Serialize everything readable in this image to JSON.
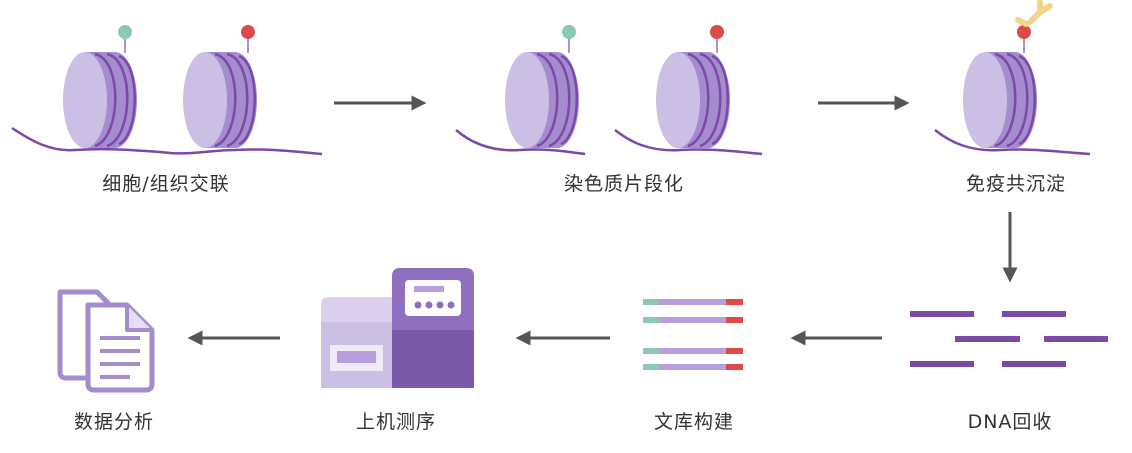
{
  "steps": [
    {
      "id": "crosslink",
      "label": "细胞/组织交联"
    },
    {
      "id": "fragment",
      "label": "染色质片段化"
    },
    {
      "id": "ip",
      "label": "免疫共沉淀"
    },
    {
      "id": "dna-recovery",
      "label": "DNA回收"
    },
    {
      "id": "library",
      "label": "文库构建"
    },
    {
      "id": "sequencing",
      "label": "上机测序"
    },
    {
      "id": "analysis",
      "label": "数据分析"
    }
  ],
  "colors": {
    "nucleosome_light": "#cbbfe6",
    "nucleosome_mid": "#a48ccf",
    "dna_strand": "#7a4aa6",
    "mark_green": "#8cc9b2",
    "mark_red": "#dd4a4a",
    "antibody": "#f2d48a",
    "arrow": "#555555",
    "label": "#333333"
  }
}
